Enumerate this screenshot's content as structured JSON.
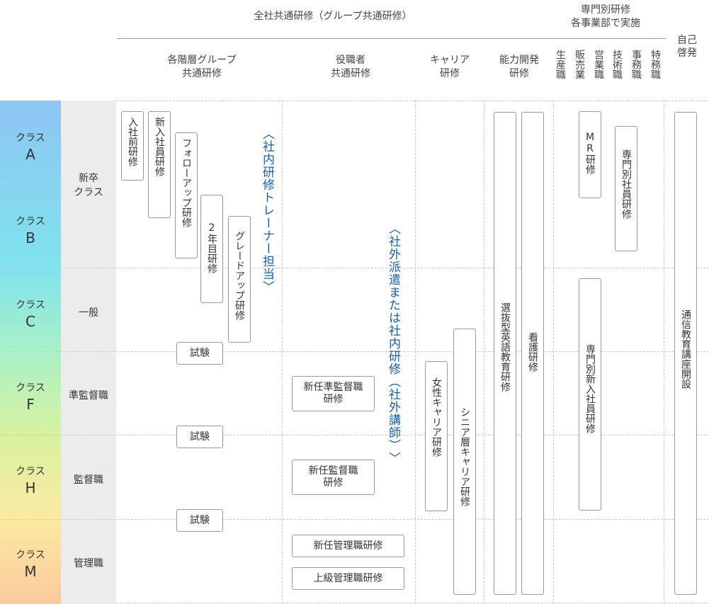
{
  "header": {
    "company_wide": "全社共通研修（グループ共通研修）",
    "dept_specific_line1": "専門別研修",
    "dept_specific_line2": "各事業部で実施",
    "self_dev": "自己啓発",
    "group_common_line1": "各階層グループ",
    "group_common_line2": "共通研修",
    "officer_line1": "役職者",
    "officer_line2": "共通研修",
    "career_line1": "キャリア",
    "career_line2": "研修",
    "ability_line1": "能力開発",
    "ability_line2": "研修",
    "dept_columns": [
      "生産職",
      "販売業",
      "営業職",
      "技術職",
      "事務職",
      "特務職"
    ]
  },
  "classes": [
    {
      "label": "クラス",
      "letter": "A"
    },
    {
      "label": "クラス",
      "letter": "B"
    },
    {
      "label": "クラス",
      "letter": "C"
    },
    {
      "label": "クラス",
      "letter": "F"
    },
    {
      "label": "クラス",
      "letter": "H"
    },
    {
      "label": "クラス",
      "letter": "M"
    }
  ],
  "roles": {
    "new_grad": "新卒クラス",
    "new_grad_line1": "新卒",
    "new_grad_line2": "クラス",
    "general": "一般",
    "sub_supervisor": "準監督職",
    "supervisor": "監督職",
    "manager": "管理職"
  },
  "group_training": {
    "pre_join": "入社前研修",
    "new_employee": "新入社員研修",
    "follow_up": "フォローアップ研修",
    "second_year": "2年目研修",
    "grade_up": "グレードアップ研修",
    "exam1": "試験",
    "exam2": "試験",
    "exam3": "試験",
    "internal_trainer": "︿社内研修トレーナー担当﹀"
  },
  "officer_training": {
    "new_sub_supervisor_line1": "新任準監督職",
    "new_sub_supervisor_line2": "研修",
    "new_supervisor_line1": "新任監督職",
    "new_supervisor_line2": "研修",
    "new_manager": "新任管理職研修",
    "senior_manager": "上級管理職研修",
    "external": "︿社外派遣または社内研修︵社外講師︶﹀"
  },
  "career_training": {
    "women": "女性キャリア研修",
    "senior": "シニア層キャリア研修"
  },
  "ability_training": {
    "english": "選抜型英語教育研修",
    "nursing": "看護研修"
  },
  "dept_training": {
    "mr": "MR研修",
    "specialist_new": "専門別社員研修",
    "specialist_new_employee": "専門別新入社員研修"
  },
  "self_development": {
    "correspondence": "通信教育講座開設"
  },
  "colors": {
    "blue_text": "#1a5fa8",
    "class_gradient": [
      "#8ec5f4",
      "#7fe3ec",
      "#aaf0c8",
      "#d6f2a0",
      "#fbeaa2",
      "#fcc99c"
    ],
    "role_column": "#ececec"
  }
}
